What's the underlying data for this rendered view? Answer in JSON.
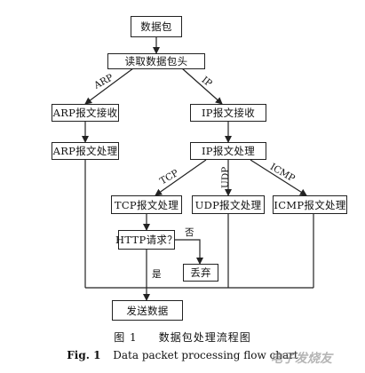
{
  "nodes": {
    "packet": "数据包",
    "read_header": "读取数据包头",
    "arp_receive": "ARP报文接收",
    "ip_receive": "IP报文接收",
    "arp_process": "ARP报文处理",
    "ip_process": "IP报文处理",
    "tcp_process": "TCP报文处理",
    "udp_process": "UDP报文处理",
    "icmp_process": "ICMP报文处理",
    "http_request": "HTTP请求？",
    "discard": "丢弃",
    "send": "发送数据"
  },
  "edge_labels": {
    "arp": "ARP",
    "ip": "IP",
    "tcp": "TCP",
    "udp": "UDP",
    "icmp": "ICMP",
    "no": "否",
    "yes": "是"
  },
  "caption": {
    "cn_fig": "图 1",
    "cn_title": "数据包处理流程图",
    "en_fig": "Fig. 1",
    "en_title": "Data packet processing flow chart"
  },
  "watermark": "电子发烧友"
}
